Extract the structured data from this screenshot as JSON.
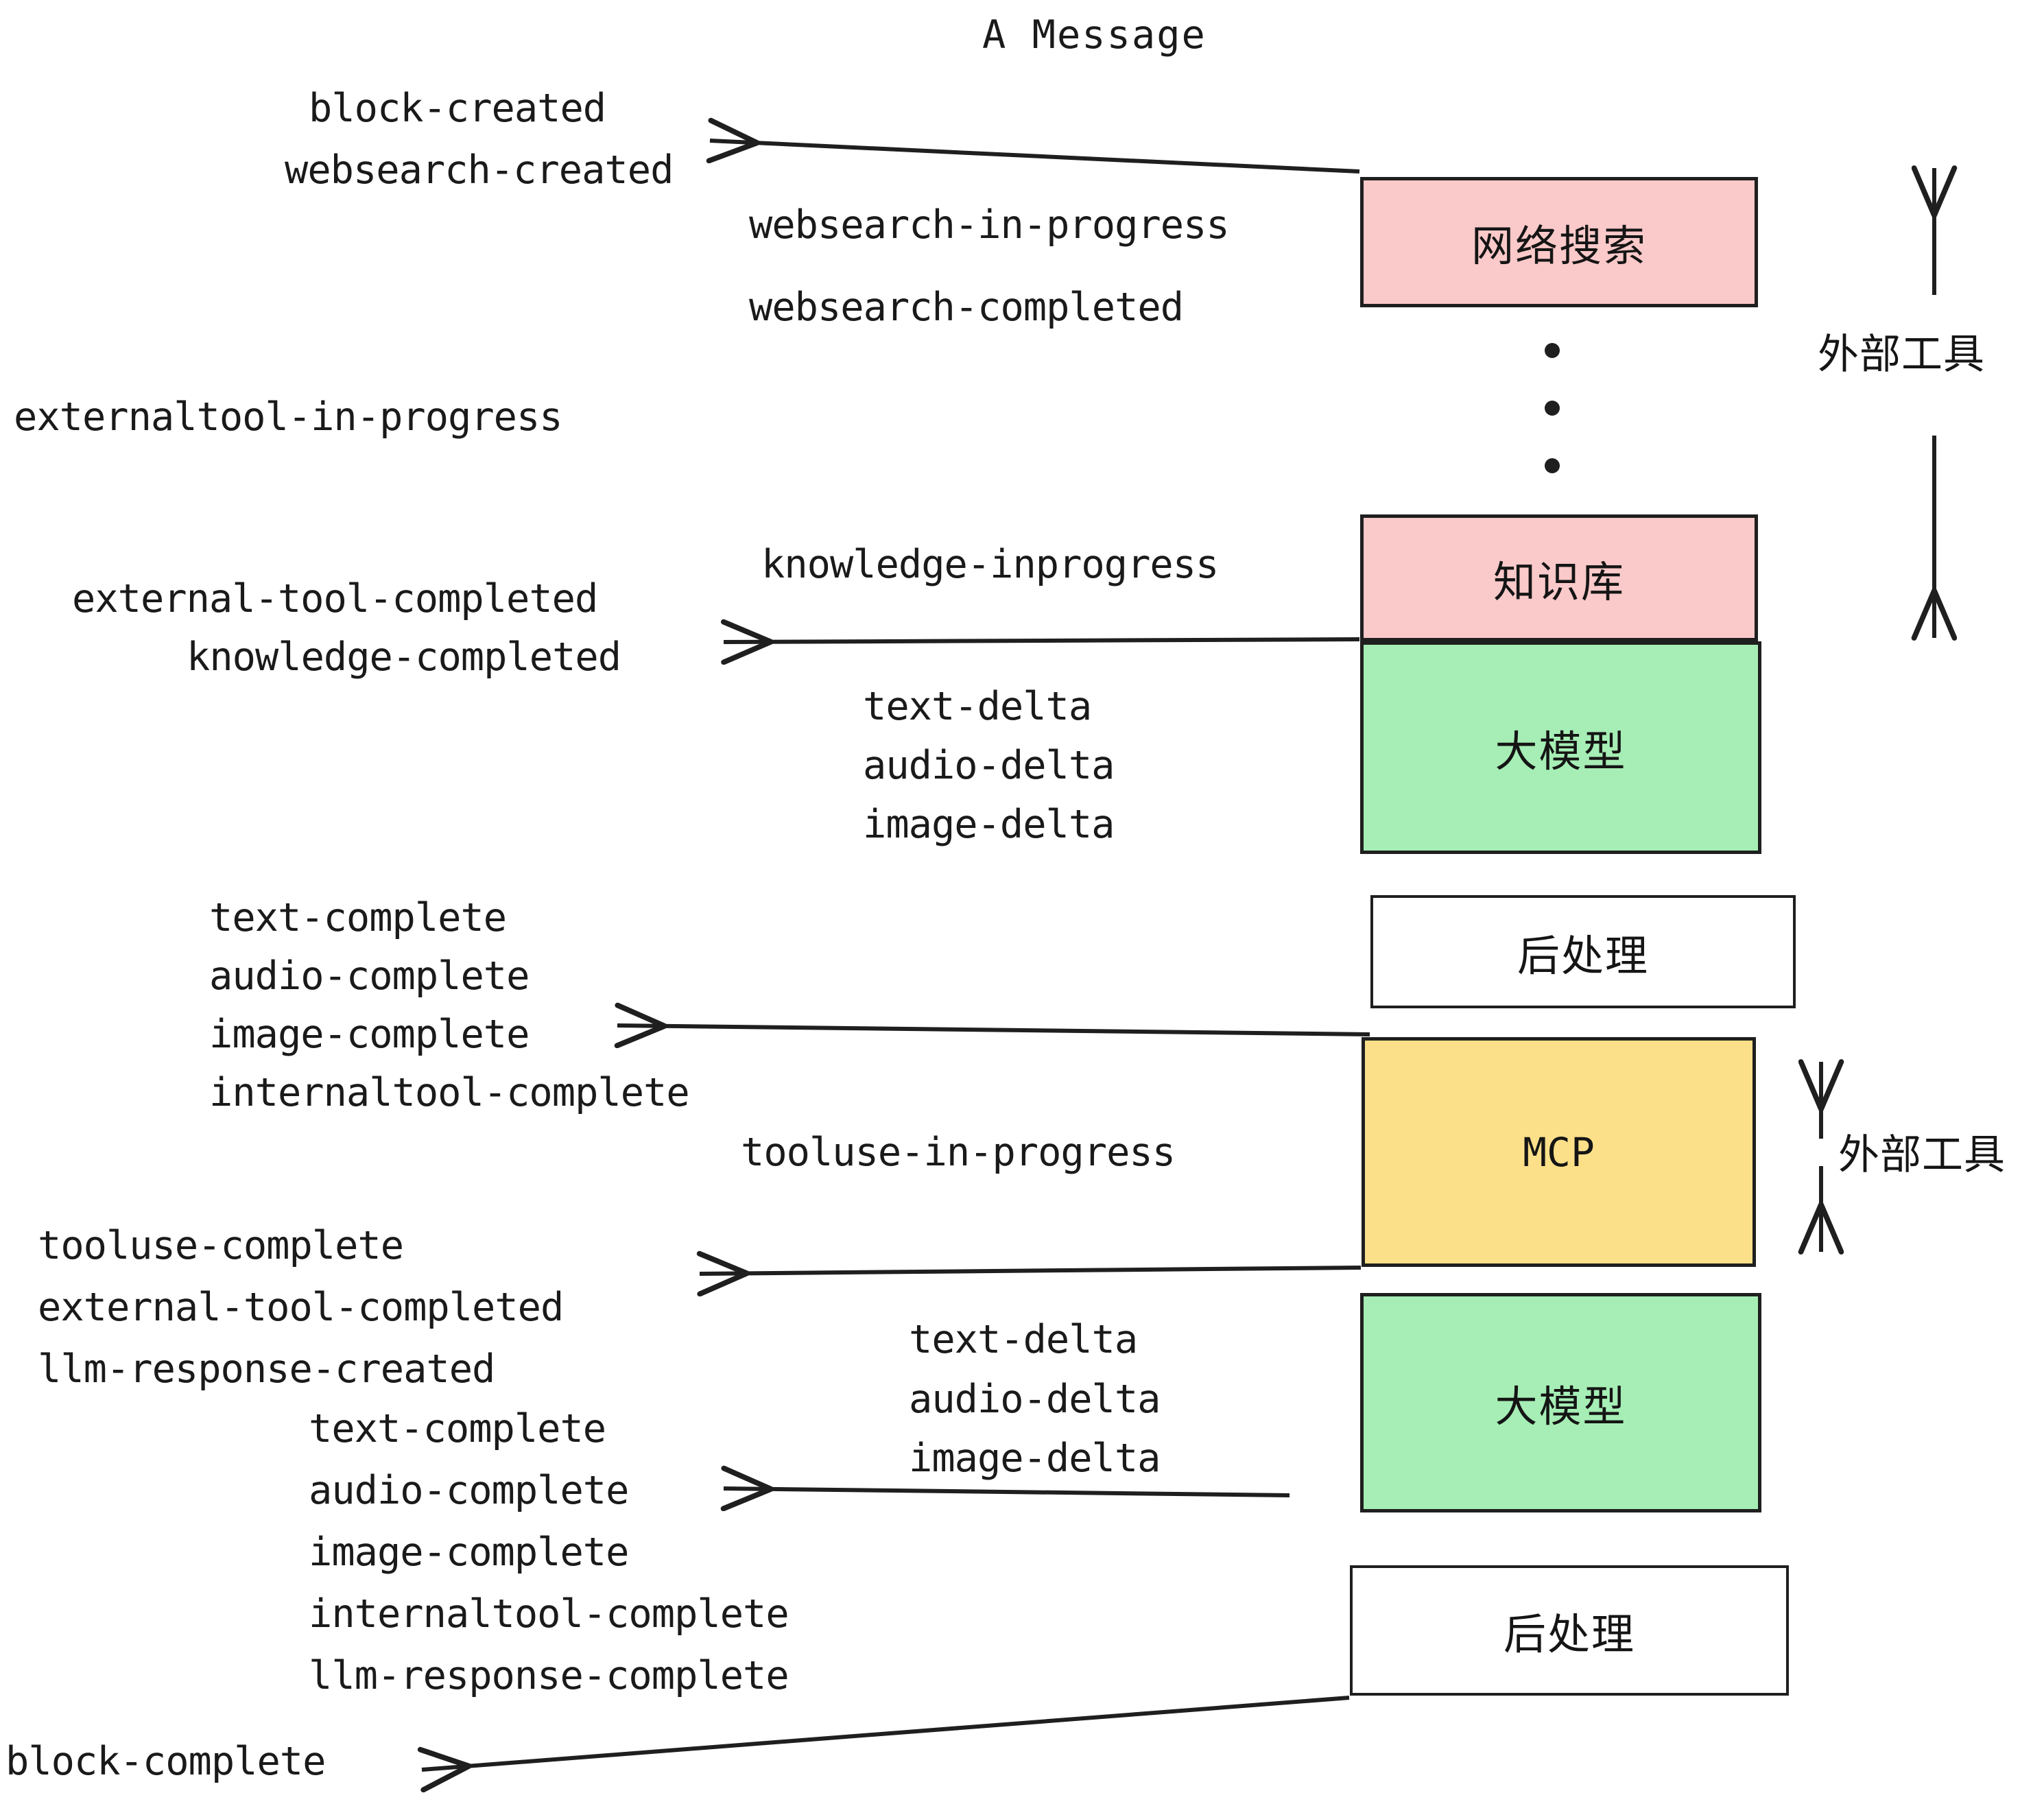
{
  "title": "A Message",
  "nodes": [
    {
      "id": "websearch",
      "label": "网络搜索",
      "color": "#fac9c9",
      "kind": "cjk"
    },
    {
      "id": "knowledge",
      "label": "知识库",
      "color": "#fac9c9",
      "kind": "cjk"
    },
    {
      "id": "llm-1",
      "label": "大模型",
      "color": "#a6eeb5",
      "kind": "cjk"
    },
    {
      "id": "postproc-1",
      "label": "后处理",
      "color": "#ffffff",
      "kind": "cjk"
    },
    {
      "id": "mcp",
      "label": "MCP",
      "color": "#fbe089",
      "kind": "mono"
    },
    {
      "id": "llm-2",
      "label": "大模型",
      "color": "#a6eeb5",
      "kind": "cjk"
    },
    {
      "id": "postproc-2",
      "label": "后处理",
      "color": "#ffffff",
      "kind": "cjk"
    }
  ],
  "side_labels": [
    {
      "id": "external-tools-top",
      "text": "外部工具"
    },
    {
      "id": "external-tools-bottom",
      "text": "外部工具"
    }
  ],
  "events": [
    {
      "id": "block-created",
      "text": "block-created"
    },
    {
      "id": "websearch-created",
      "text": "websearch-created"
    },
    {
      "id": "websearch-in-progress",
      "text": "websearch-in-progress"
    },
    {
      "id": "websearch-completed",
      "text": "websearch-completed"
    },
    {
      "id": "externaltool-in-progress",
      "text": "externaltool-in-progress"
    },
    {
      "id": "knowledge-inprogress",
      "text": "knowledge-inprogress"
    },
    {
      "id": "external-tool-completed-1",
      "text": "external-tool-completed"
    },
    {
      "id": "knowledge-completed",
      "text": "knowledge-completed"
    },
    {
      "id": "text-delta-1",
      "text": "text-delta"
    },
    {
      "id": "audio-delta-1",
      "text": "audio-delta"
    },
    {
      "id": "image-delta-1",
      "text": "image-delta"
    },
    {
      "id": "text-complete-1",
      "text": "text-complete"
    },
    {
      "id": "audio-complete-1",
      "text": "audio-complete"
    },
    {
      "id": "image-complete-1",
      "text": "image-complete"
    },
    {
      "id": "internaltool-complete-1",
      "text": "internaltool-complete"
    },
    {
      "id": "tooluse-in-progress",
      "text": "tooluse-in-progress"
    },
    {
      "id": "tooluse-complete",
      "text": "tooluse-complete"
    },
    {
      "id": "external-tool-completed-2",
      "text": "external-tool-completed"
    },
    {
      "id": "llm-response-created",
      "text": "llm-response-created"
    },
    {
      "id": "text-delta-2",
      "text": "text-delta"
    },
    {
      "id": "audio-delta-2",
      "text": "audio-delta"
    },
    {
      "id": "image-delta-2",
      "text": "image-delta"
    },
    {
      "id": "text-complete-2",
      "text": "text-complete"
    },
    {
      "id": "audio-complete-2",
      "text": "audio-complete"
    },
    {
      "id": "image-complete-2",
      "text": "image-complete"
    },
    {
      "id": "internaltool-complete-2",
      "text": "internaltool-complete"
    },
    {
      "id": "llm-response-complete",
      "text": "llm-response-complete"
    },
    {
      "id": "block-complete",
      "text": "block-complete"
    }
  ],
  "colors": {
    "pink": "#fac9c9",
    "green": "#a6eeb5",
    "yellow": "#fbe089",
    "white": "#ffffff",
    "stroke": "#1f1f1f",
    "text": "#1a1a1a"
  }
}
